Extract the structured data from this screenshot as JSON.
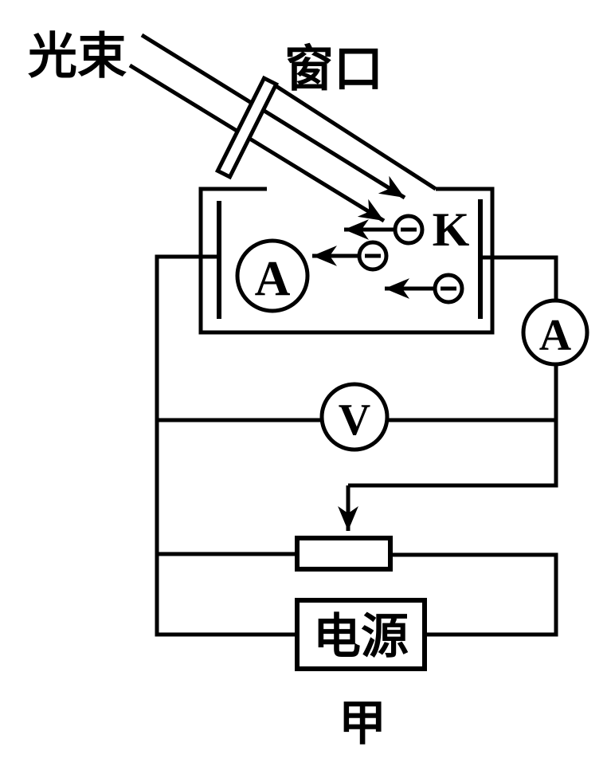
{
  "figure": {
    "caption": "甲",
    "labels": {
      "light_beam": "光束",
      "window": "窗口",
      "cathode": "K",
      "anode": "A",
      "ammeter": "A",
      "voltmeter": "V",
      "power_supply": "电源"
    },
    "electrons": {
      "count": 3,
      "symbol": "−"
    },
    "colors": {
      "stroke": "#000000",
      "background": "#ffffff"
    }
  }
}
